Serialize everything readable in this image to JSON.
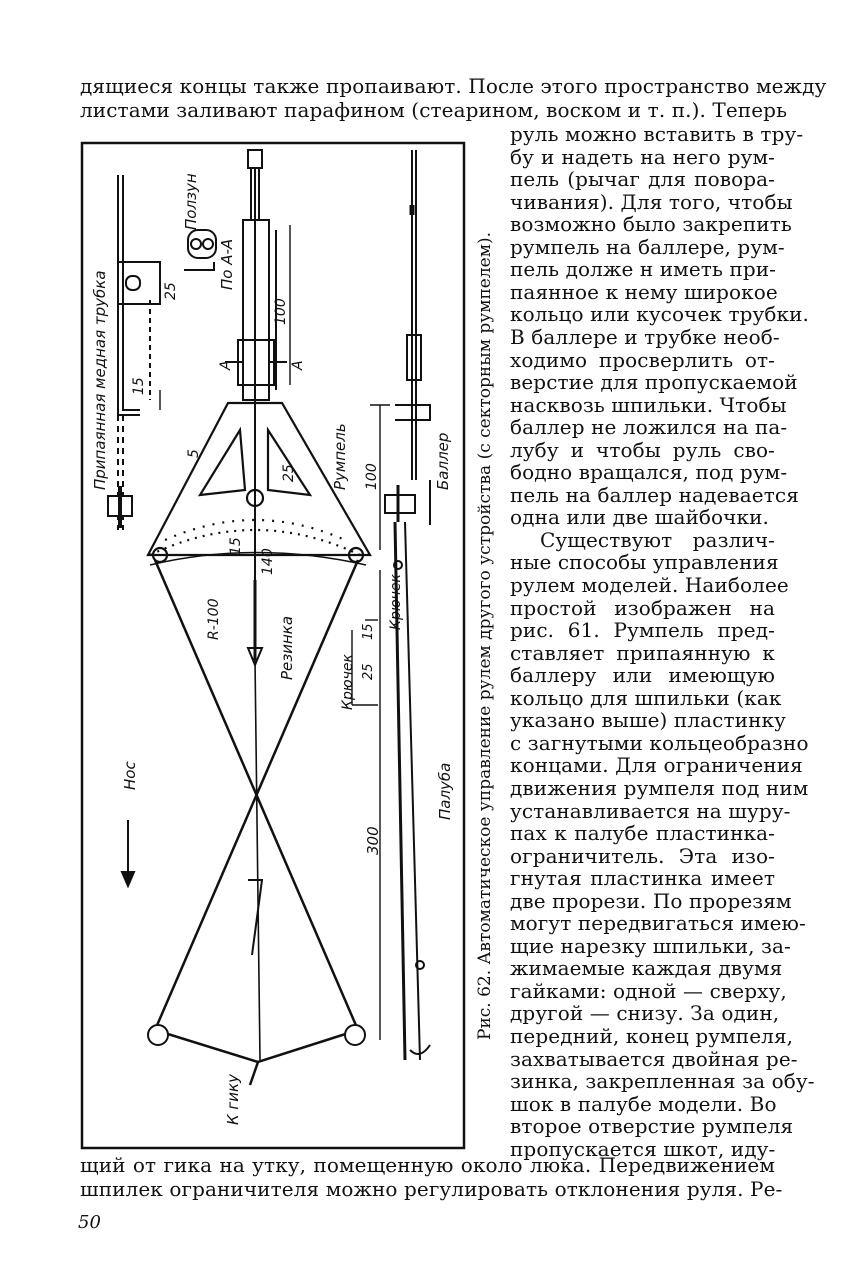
{
  "text": {
    "top_lines": [
      "дящиеся концы также пропаивают. После этого пространство между",
      "листами заливают парафином (стеарином, воском и т. п.). Теперь"
    ],
    "column_lines": [
      "руль можно вставить в тру-",
      "бу и надеть на него рум-",
      "пель (рычаг для повора-",
      "чивания). Для того, чтобы",
      "возможно было закрепить",
      "румпель на баллере, рум-",
      "пель долже н иметь при-",
      "паянное к нему широкое",
      "кольцо или кусочек трубки.",
      "В баллере и трубке необ-",
      "ходимо просверлить от-",
      "верстие для пропускаемой",
      "насквозь шпильки. Чтобы",
      "баллер не ложился на па-",
      "лубу и чтобы руль сво-",
      "бодно вращался, под рум-",
      "пель на баллер надевается",
      "одна или две шайбочки.",
      "Существуют различ-",
      "ные способы управления",
      "рулем моделей. Наиболее",
      "простой изображен на",
      "рис. 61. Румпель пред-",
      "ставляет припаянную к",
      "баллеру или имеющую",
      "кольцо для шпильки (как",
      "указано выше) пластинку",
      "с загнутыми кольцеобразно",
      "концами. Для ограничения",
      "движения румпеля под ним",
      "устанавливается на шуру-",
      "пах к палубе пластинка-",
      "ограничитель. Эта изо-",
      "гнутая пластинка имеет",
      "две прорези. По прорезям",
      "могут передвигаться имею-",
      "щие нарезку шпильки, за-",
      "жимаемые каждая двумя",
      "гайками: одной — сверху,",
      "другой — снизу. За один,",
      "передний, конец румпеля,",
      "захватывается двойная ре-",
      "зинка, закрепленная за обу-",
      "шок в палубе модели. Во",
      "второе отверстие румпеля",
      "пропускается шкот, иду-"
    ],
    "bottom_lines": [
      "щий от гика на утку, помещенную около люка. Передвижением",
      "шпилек ограничителя можно регулировать отклонения руля. Ре-"
    ],
    "page_number": "50"
  },
  "figure": {
    "caption": "Рис. 62. Автоматическое управление рулем другого устройства (с секторным румпелем).",
    "labels": {
      "soldered_tube": "Припаянная медная трубка",
      "slider": "Ползун",
      "section": "По А-А",
      "rudder_stock": "Баллер",
      "tiller": "Румпель",
      "deck": "Палуба",
      "elastic": "Резинка",
      "hook1": "Крючек",
      "hook2": "Крючек",
      "bow": "Нос",
      "to_boom": "К гику",
      "section_mark_left": "А",
      "section_mark_right": "А"
    },
    "dimensions": {
      "d25_top": "25",
      "d15_top": "15",
      "d100_slider": "100",
      "d5": "5",
      "d25_mid": "25",
      "d15_mid": "15",
      "d100_right": "100",
      "d140": "140",
      "r100": "R-100",
      "d300": "300",
      "d25_hook": "25",
      "d15_hook": "15"
    }
  }
}
